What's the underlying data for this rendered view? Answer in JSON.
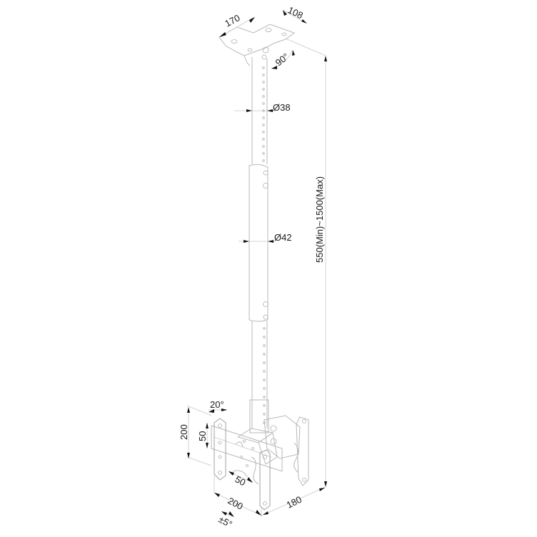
{
  "diagram": {
    "title": "Ceiling TV mount technical drawing",
    "dimensions": {
      "ceiling_plate_width": "170",
      "ceiling_plate_depth": "108",
      "ceiling_tilt": "90°",
      "upper_tube_diameter": "Ø38",
      "lower_tube_diameter": "Ø42",
      "height_range": "550(Min)~1500(Max)",
      "vesa_tilt": "20°",
      "vesa_height_max": "200",
      "vesa_height_min": "50",
      "vesa_width_min": "50",
      "vesa_width_max": "200",
      "swivel": "±5°",
      "mount_depth": "180"
    }
  }
}
